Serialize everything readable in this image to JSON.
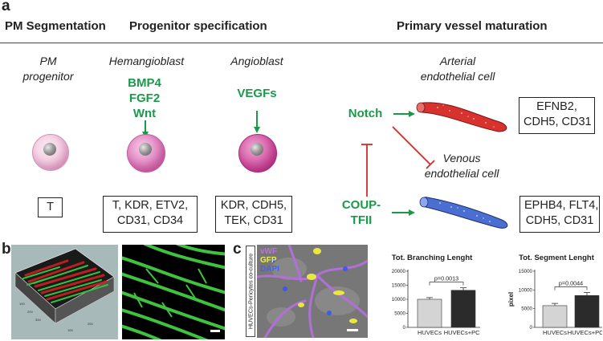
{
  "panel_a": {
    "letter": "a",
    "headers": {
      "pm_segmentation": "PM Segmentation",
      "progenitor_specification": "Progenitor specification",
      "primary_vessel_maturation": "Primary vessel maturation"
    },
    "cell_types": {
      "pm_progenitor": [
        "PM",
        "progenitor"
      ],
      "hemangioblast": "Hemangioblast",
      "angioblast": "Angioblast",
      "arterial": [
        "Arterial",
        "endothelial cell"
      ],
      "venous": [
        "Venous",
        "endothelial cell"
      ]
    },
    "signals": {
      "hemangioblast": [
        "BMP4",
        "FGF2",
        "Wnt"
      ],
      "angioblast": "VEGFs",
      "notch": "Notch",
      "coup": [
        "COUP-",
        "TFII"
      ]
    },
    "markers": {
      "pm": "T",
      "hemangioblast": [
        "T, KDR, ETV2,",
        "CD31, CD34"
      ],
      "angioblast": [
        "KDR, CDH5,",
        "TEK, CD31"
      ],
      "arterial": [
        "EFNB2,",
        "CDH5, CD31"
      ],
      "venous": [
        "EPHB4, FLT4,",
        "CDH5, CD31"
      ]
    },
    "colors": {
      "signal_green": "#1a9a48",
      "inhibition_red": "#d42a2a",
      "arterial_red": "#d8322e",
      "venous_blue": "#4a6fd0",
      "cell_pink_light": "#f3c9e0",
      "cell_pink_mid": "#de7cbd",
      "cell_pink_dark": "#c43a93"
    }
  },
  "panel_b": {
    "letter": "b"
  },
  "panel_c": {
    "letter": "c",
    "side_label": "HUVECs-Pericytes co-culture",
    "stain_labels": [
      "vWF",
      "GFP",
      "DAPI"
    ],
    "stain_colors": [
      "#c070e0",
      "#f0f040",
      "#4060ff"
    ]
  },
  "chart_data": [
    {
      "type": "bar",
      "title": "Tot. Branching Lenght",
      "categories": [
        "HUVECs",
        "HUVECs+PCs"
      ],
      "values": [
        10000,
        13200
      ],
      "errors": [
        600,
        900
      ],
      "ylim": [
        0,
        20000
      ],
      "yticks": [
        "20000",
        "15000",
        "10000",
        "5000",
        "0"
      ],
      "ylabel": "",
      "annotation": "p=0.0013",
      "colors": [
        "#d4d4d4",
        "#2b2b2b"
      ]
    },
    {
      "type": "bar",
      "title": "Tot. Segment Lenght",
      "categories": [
        "HUVECs",
        "HUVECs+PCs"
      ],
      "values": [
        5800,
        8500
      ],
      "errors": [
        600,
        800
      ],
      "ylim": [
        0,
        15000
      ],
      "yticks": [
        "15000",
        "10000",
        "5000",
        "0"
      ],
      "ylabel": "pixel",
      "annotation": "p=0.0044",
      "colors": [
        "#d4d4d4",
        "#2b2b2b"
      ]
    }
  ]
}
